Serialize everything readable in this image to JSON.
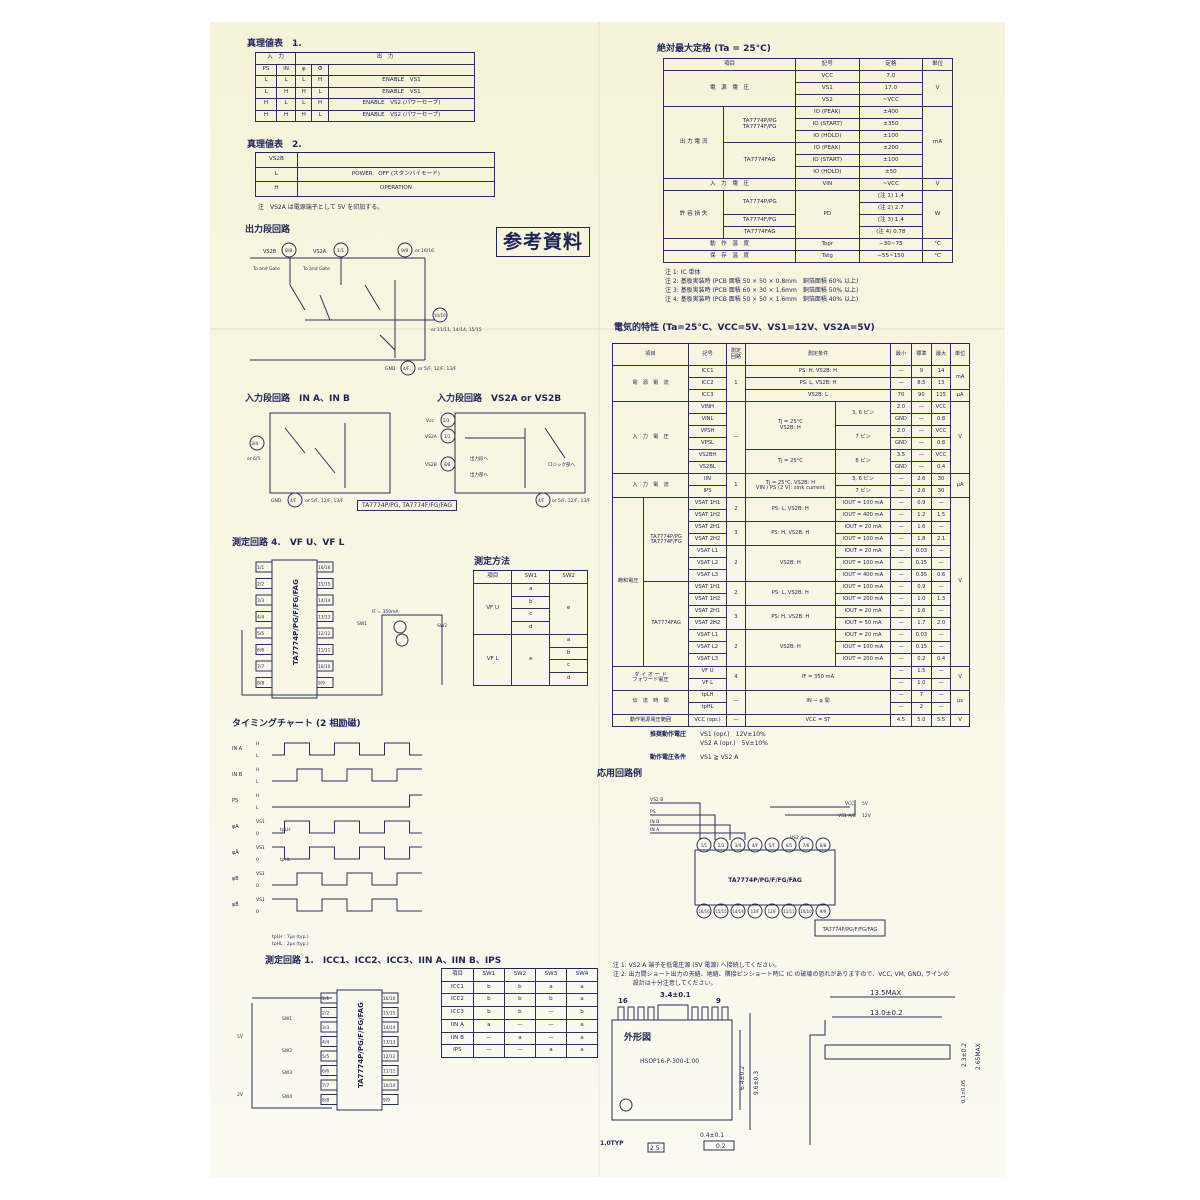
{
  "truth1": {
    "title": "真理値表　1.",
    "table": [
      [
        [
          "入　力",
          1,
          2
        ],
        [
          "出　力",
          1,
          3
        ]
      ],
      [
        "PS",
        "IN",
        "φ",
        "Φ̄",
        ""
      ],
      [
        "L",
        "L",
        "L",
        "H",
        "ENABLE　VS1"
      ],
      [
        "L",
        "H",
        "H",
        "L",
        "ENABLE　VS1"
      ],
      [
        "H",
        "L",
        "L",
        "H",
        "ENABLE　VS2 (パワーセーブ)"
      ],
      [
        "H",
        "H",
        "H",
        "L",
        "ENABLE　VS2 (パワーセーブ)"
      ]
    ]
  },
  "truth2": {
    "title": "真理値表　2.",
    "table": [
      [
        "VS2B",
        ""
      ],
      [
        "L",
        "POWER　OFF (スタンバイモード)"
      ],
      [
        "H",
        "OPERATION"
      ]
    ],
    "note": "注　VS2A は電源端子として 5V を印加する。"
  },
  "stamp": "参考資料",
  "output_circuit": {
    "title": "出力段回路",
    "vs2b": "VS2B",
    "vs2a": "VS2A",
    "pin_vs2b": "8/8",
    "pin_vs2a": "1/1",
    "pin_top": "9/9",
    "pin_top_alt": "or 16/16",
    "gate1": "To and Gate",
    "gate2": "To and Gate",
    "pin_out": "10/10",
    "pin_out_alt": "or 11/11, 14/14, 15/15",
    "gnd": "GND",
    "pin_gnd": "4/F",
    "pin_gnd_alt": "or 5/F, 12/F, 13/F"
  },
  "input_circuit_a": {
    "title": "入力段回路　IN A、IN B",
    "pin_in": "3/4",
    "pin_in_alt": "or 6/5",
    "gnd": "GND",
    "pin_gnd": "4/F",
    "pin_gnd_alt": "or 5/F, 12/F, 13/F"
  },
  "input_circuit_b": {
    "title": "入力段回路　VS2A or VS2B",
    "vcc": "Vcc",
    "pin_vcc": "2/3",
    "vs2a": "VS2A",
    "pin_vs2a": "1/1",
    "vs2b": "VS2B",
    "pin_vs2b": "8/8",
    "to_out1": "出力段へ",
    "to_out2": "出力部へ",
    "to_logic": "ロジック部へ",
    "pin_gnd": "4/F",
    "pin_gnd_alt": "or 5/F, 12/F, 13/F",
    "part": "TA7774P/PG, TA7774F/FG/FAG"
  },
  "meas4": {
    "title": "測定回路 4.　VF U、VF L",
    "chip": "TA7774P/PG/F/FG/FAG",
    "left_pins": [
      "1/1",
      "2/2",
      "3/3",
      "4/4",
      "5/5",
      "6/6",
      "7/7",
      "8/8"
    ],
    "right_pins": [
      "16/16",
      "15/15",
      "14/14",
      "13/13",
      "12/12",
      "11/11",
      "10/10",
      "9/9"
    ],
    "if": "IF = 350mA",
    "sw1": "SW1",
    "sw2": "SW2"
  },
  "method": {
    "title": "測定方法",
    "table": [
      [
        "項目",
        "SW1",
        "SW2"
      ],
      [
        [
          "VF U",
          4,
          1
        ],
        "a",
        [
          "e",
          4,
          1
        ]
      ],
      [
        "b"
      ],
      [
        "c"
      ],
      [
        "d"
      ],
      [
        [
          "VF L",
          4,
          1
        ],
        [
          "e",
          4,
          1
        ],
        "a"
      ],
      [
        "b"
      ],
      [
        "c"
      ],
      [
        "d"
      ]
    ]
  },
  "timing": {
    "title": "タイミングチャート (2 相励磁)",
    "signals": [
      {
        "label": "IN A",
        "hi": "H",
        "lo": "L",
        "levels": [
          0,
          1,
          1,
          0,
          0,
          1,
          1,
          0,
          0,
          1,
          1,
          0
        ]
      },
      {
        "label": "IN B",
        "hi": "H",
        "lo": "L",
        "levels": [
          0,
          0,
          1,
          1,
          0,
          0,
          1,
          1,
          0,
          0,
          1,
          1
        ]
      },
      {
        "label": "PS",
        "hi": "H",
        "lo": "L",
        "levels": [
          0,
          0,
          0,
          0,
          0,
          0,
          0,
          0,
          0,
          0,
          0,
          1
        ]
      },
      {
        "label": "φA",
        "hi": "VS1",
        "lo": "0",
        "levels": [
          0,
          1,
          1,
          0,
          0,
          1,
          1,
          0,
          0,
          1,
          1,
          0
        ]
      },
      {
        "label": "φĀ",
        "hi": "VS1",
        "lo": "0",
        "levels": [
          1,
          0,
          0,
          1,
          1,
          0,
          0,
          1,
          1,
          0,
          0,
          1
        ]
      },
      {
        "label": "φB",
        "hi": "VS1",
        "lo": "0",
        "levels": [
          0,
          0,
          1,
          1,
          0,
          0,
          1,
          1,
          0,
          0,
          1,
          1
        ]
      },
      {
        "label": "φB̄",
        "hi": "VS1",
        "lo": "0",
        "levels": [
          1,
          1,
          0,
          0,
          1,
          1,
          0,
          0,
          1,
          1,
          0,
          0
        ]
      }
    ],
    "tplh_mark": "tpLH",
    "tphl_mark": "tpHL",
    "note1": "tpLH : 7μs (typ.)",
    "note2": "tpHL : 2μs (typ.)"
  },
  "meas1": {
    "title": "測定回路 1.　ICC1、ICC2、ICC3、IIN A、IIN B、IPS",
    "chip": "TA7774P/PG/F/FG/FAG",
    "left_pins": [
      "1/1",
      "2/2",
      "3/3",
      "4/4",
      "5/5",
      "6/6",
      "7/7",
      "8/8"
    ],
    "right_pins": [
      "16/16",
      "15/15",
      "14/14",
      "13/13",
      "12/12",
      "11/11",
      "10/10",
      "9/9"
    ],
    "v5": "5V",
    "v2": "2V",
    "sw1": "SW1",
    "sw2": "SW2",
    "sw3": "SW3",
    "sw4": "SW4",
    "table": [
      [
        "項目",
        "SW1",
        "SW2",
        "SW3",
        "SW4"
      ],
      [
        "ICC1",
        "b",
        "b",
        "a",
        "a"
      ],
      [
        "ICC2",
        "b",
        "b",
        "b",
        "a"
      ],
      [
        "ICC3",
        "b",
        "b",
        "—",
        "b"
      ],
      [
        "IIN A",
        "a",
        "—",
        "—",
        "a"
      ],
      [
        "IIN B",
        "—",
        "a",
        "—",
        "a"
      ],
      [
        "IPS",
        "—",
        "—",
        "a",
        "a"
      ]
    ]
  },
  "absmax": {
    "title": "絶対最大定格 (Ta = 25°C)",
    "table": [
      [
        [
          "項目",
          1,
          2
        ],
        "記号",
        "定格",
        "単位"
      ],
      [
        [
          "電　源　電　圧",
          3,
          2
        ],
        "VCC",
        "7.0",
        [
          "V",
          3,
          1
        ]
      ],
      [
        "VS1",
        "17.0"
      ],
      [
        "VS2",
        "~VCC"
      ],
      [
        [
          "出 力 電 流",
          6,
          1
        ],
        [
          "TA7774P/PG\nTA7774F/FG",
          3,
          1
        ],
        "IO (PEAK)",
        "±400",
        [
          "mA",
          6,
          1
        ]
      ],
      [
        "IO (START)",
        "±350"
      ],
      [
        "IO (HOLD)",
        "±100"
      ],
      [
        [
          "TA7774FAG",
          3,
          1
        ],
        "IO (PEAK)",
        "±200"
      ],
      [
        "IO (START)",
        "±100"
      ],
      [
        "IO (HOLD)",
        "±50"
      ],
      [
        [
          "入　力　電　圧",
          1,
          2
        ],
        "VIN",
        "~VCC",
        "V"
      ],
      [
        [
          "許 容 損 失",
          4,
          1
        ],
        [
          "TA7774P/PG",
          2,
          1
        ],
        [
          "PD",
          4,
          1
        ],
        "(注 1) 1.4",
        [
          "W",
          4,
          1
        ]
      ],
      [
        "(注 2) 2.7"
      ],
      [
        "TA7774F/FG",
        "(注 3) 1.4"
      ],
      [
        "TA7774FAG",
        "(注 4) 0.78"
      ],
      [
        [
          "動　作　温　度",
          1,
          2
        ],
        "Topr",
        "−30~75",
        "°C"
      ],
      [
        [
          "保　存　温　度",
          1,
          2
        ],
        "Tstg",
        "−55~150",
        "°C"
      ]
    ],
    "notes": [
      "注 1: IC 単体",
      "注 2: 基板実装時 (PCB 面積 50 × 50 × 0.8mm　銅箔面積 60% 以上)",
      "注 3: 基板実装時 (PCB 面積 60 × 30 × 1.6mm　銅箔面積 50% 以上)",
      "注 4: 基板実装時 (PCB 面積 50 × 50 × 1.6mm　銅箔面積 40% 以上)"
    ]
  },
  "elec": {
    "title": "電気的特性 (Ta=25°C、VCC=5V、VS1=12V、VS2A=5V)",
    "table": [
      [
        [
          "項目",
          1,
          2
        ],
        "記号",
        "測定\n回路",
        [
          "測定条件",
          1,
          2
        ],
        "最小",
        "標準",
        "最大",
        "単位"
      ],
      [
        [
          "電　源　電　流",
          3,
          2
        ],
        "ICC1",
        [
          "1",
          3,
          1
        ],
        [
          "PS: H, VS2B: H",
          1,
          2
        ],
        "—",
        "9",
        "14",
        [
          "mA",
          2,
          1
        ]
      ],
      [
        "ICC2",
        [
          "PS: L, VS2B: H",
          1,
          2
        ],
        "—",
        "8.5",
        "13"
      ],
      [
        "ICC3",
        [
          "VS2B: L",
          1,
          2
        ],
        "70",
        "90",
        "115",
        "μA"
      ],
      [
        [
          "入　力　電　圧",
          6,
          2
        ],
        "VINH",
        [
          "—",
          6,
          1
        ],
        [
          "Tj = 25°C\nVS2B: H",
          4,
          1
        ],
        [
          "3, 6 ピン",
          2,
          1
        ],
        "2.0",
        "—",
        "VCC",
        [
          "V",
          6,
          1
        ]
      ],
      [
        "VINL",
        "GND",
        "—",
        "0.8"
      ],
      [
        "VPSH",
        [
          "7 ピン",
          2,
          1
        ],
        "2.0",
        "—",
        "VCC"
      ],
      [
        "VPSL",
        "GND",
        "—",
        "0.8"
      ],
      [
        "VS2BH",
        [
          "Tj = 25°C",
          2,
          1
        ],
        [
          "8 ピン",
          2,
          1
        ],
        "3.5",
        "—",
        "VCC"
      ],
      [
        "VS2BL",
        "GND",
        "—",
        "0.4"
      ],
      [
        [
          "入　力　電　流",
          2,
          2
        ],
        "IIN",
        [
          "1",
          2,
          1
        ],
        [
          "Tj = 25°C, VS2B: H\nVIN / PS (2 V): sink current",
          2,
          1
        ],
        "3, 6 ピン",
        "—",
        "2.6",
        "30",
        [
          "μA",
          2,
          1
        ]
      ],
      [
        "IPS",
        "7 ピン",
        "—",
        "2.6",
        "30"
      ],
      [
        [
          "飽和電圧",
          14,
          1
        ],
        [
          "TA7774P/PG\nTA7774F/FG",
          7,
          1
        ],
        "VSAT 1H1",
        [
          "2",
          2,
          1
        ],
        [
          "PS: L, VS2B: H",
          2,
          1
        ],
        "IOUT = 100 mA",
        "—",
        "0.9",
        "—",
        [
          "V",
          14,
          1
        ]
      ],
      [
        "VSAT 1H2",
        "IOUT = 400 mA",
        "—",
        "1.2",
        "1.5"
      ],
      [
        "VSAT 2H1",
        [
          "3",
          2,
          1
        ],
        [
          "PS: H, VS2B: H",
          2,
          1
        ],
        "IOUT = 20 mA",
        "—",
        "1.6",
        "—"
      ],
      [
        "VSAT 2H2",
        "IOUT = 100 mA",
        "—",
        "1.8",
        "2.1"
      ],
      [
        "VSAT L1",
        [
          "2",
          3,
          1
        ],
        [
          "VS2B: H",
          3,
          1
        ],
        "IOUT = 20 mA",
        "—",
        "0.03",
        "—"
      ],
      [
        "VSAT L2",
        "IOUT = 100 mA",
        "—",
        "0.15",
        "—"
      ],
      [
        "VSAT L3",
        "IOUT = 400 mA",
        "—",
        "0.35",
        "0.6"
      ],
      [
        [
          "TA7774FAG",
          7,
          1
        ],
        "VSAT 1H1",
        [
          "2",
          2,
          1
        ],
        [
          "PS: L, VS2B: H",
          2,
          1
        ],
        "IOUT = 100 mA",
        "—",
        "0.9",
        "—"
      ],
      [
        "VSAT 1H2",
        "IOUT = 200 mA",
        "—",
        "1.0",
        "1.3"
      ],
      [
        "VSAT 2H1",
        [
          "3",
          2,
          1
        ],
        [
          "PS: H, VS2B: H",
          2,
          1
        ],
        "IOUT = 20 mA",
        "—",
        "1.6",
        "—"
      ],
      [
        "VSAT 2H2",
        "IOUT = 50 mA",
        "—",
        "1.7",
        "2.0"
      ],
      [
        "VSAT L1",
        [
          "2",
          3,
          1
        ],
        [
          "VS2B: H",
          3,
          1
        ],
        "IOUT = 20 mA",
        "—",
        "0.03",
        "—"
      ],
      [
        "VSAT L2",
        "IOUT = 100 mA",
        "—",
        "0.15",
        "—"
      ],
      [
        "VSAT L3",
        "IOUT = 200 mA",
        "—",
        "0.2",
        "0.4"
      ],
      [
        [
          "ダ イ オ ー ド\nフォワード電圧",
          2,
          2
        ],
        "VF U",
        [
          "4",
          2,
          1
        ],
        [
          "IF = 350 mA",
          2,
          2
        ],
        "—",
        "1.5",
        "—",
        [
          "V",
          2,
          1
        ]
      ],
      [
        "VF L",
        "—",
        "1.0",
        "—"
      ],
      [
        [
          "伝　達　時　間",
          2,
          2
        ],
        "tpLH",
        [
          "—",
          2,
          1
        ],
        [
          "IN − φ 間",
          2,
          2
        ],
        "—",
        "7",
        "—",
        [
          "μs",
          2,
          1
        ]
      ],
      [
        "tpHL",
        "—",
        "2",
        "—"
      ],
      [
        [
          "動作電源電圧範囲",
          1,
          2
        ],
        "VCC (opr.)",
        "—",
        [
          "VCC = ST",
          1,
          2
        ],
        "4.5",
        "5.0",
        "5.5",
        "V"
      ]
    ],
    "rec_label": "推奨動作電圧",
    "rec1": "VS1 (opr.)　12V±10%",
    "rec2": "VS2 A (opr.)　5V±10%",
    "cond_label": "動作電圧条件",
    "cond": "VS1 ≧ VS2 A"
  },
  "app": {
    "title": "応用回路例",
    "vs2b": "VS2 B",
    "ps": "PS",
    "inb": "IN B",
    "ina": "IN A",
    "vcc": "VCC",
    "v5": "5V",
    "vs1": "VS1 A/B",
    "v12": "12V",
    "vs2a": "VS2 A",
    "top_pins": [
      "1/1",
      "2/3",
      "3/4",
      "4/F",
      "5/F",
      "6/5",
      "7/6",
      "8/8"
    ],
    "bottom_pins": [
      "16/16",
      "15/15",
      "14/14",
      "13/F",
      "12/F",
      "11/11",
      "10/10",
      "9/9"
    ],
    "chip": "TA7774P/PG/F/FG/FAG",
    "box": "TA7774P/PG/F/FG/FAG",
    "notes": [
      "注 1:  VS2 A 端子を低電圧源 (5V 電源) へ接続してください。",
      "注 2:  出力間ショート出力の天絡、地絡、隣接ピンショート時に IC の破壊の恐れがありますので、VCC, VM, GND, ラインの",
      "　　　 設計は十分注意してください。"
    ]
  },
  "package": {
    "title": "外形図",
    "name": "HSOP16-P-300-1.00",
    "dim_tab": "3.4±0.1",
    "pin16": "16",
    "pin9": "9",
    "dim_w": "6.4±0.2",
    "dim_h": "9.6±0.3",
    "dim_typ": "1.0TYP",
    "dim_lead": "0.4±0.1",
    "dim_tol": "0.2",
    "dim_base": "2.5",
    "dim_max": "13.5MAX",
    "dim_len": "13.0±0.2",
    "dim_t": "2.3±0.2",
    "dim_tmax": "2.65MAX",
    "dim_s": "0.1±0.05"
  }
}
